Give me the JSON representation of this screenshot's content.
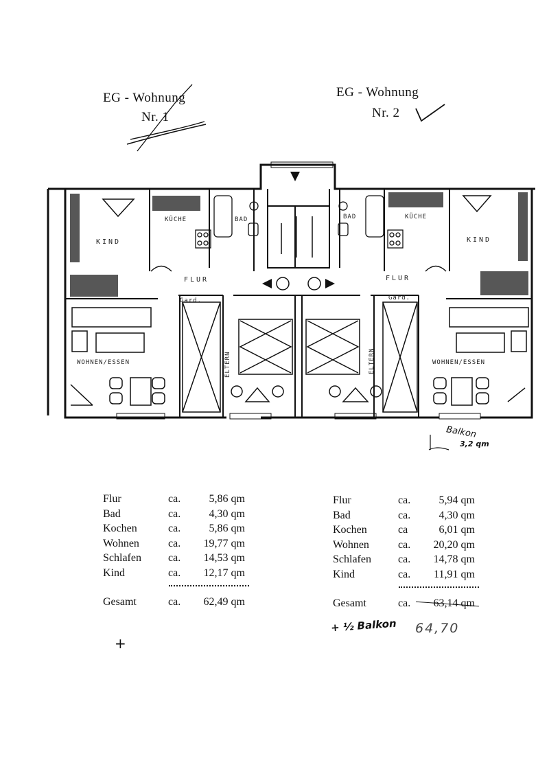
{
  "apartments": [
    {
      "title": "EG - Wohnung",
      "number": "Nr. 1",
      "areas": [
        {
          "name": "Flur",
          "ca": "ca.",
          "value": "5,86 qm"
        },
        {
          "name": "Bad",
          "ca": "ca.",
          "value": "4,30 qm"
        },
        {
          "name": "Kochen",
          "ca": "ca.",
          "value": "5,86 qm"
        },
        {
          "name": "Wohnen",
          "ca": "ca.",
          "value": "19,77 qm"
        },
        {
          "name": "Schlafen",
          "ca": "ca.",
          "value": "14,53 qm"
        },
        {
          "name": "Kind",
          "ca": "ca.",
          "value": "12,17 qm"
        }
      ],
      "total": {
        "name": "Gesamt",
        "ca": "ca.",
        "value": "62,49 qm"
      }
    },
    {
      "title": "EG - Wohnung",
      "number": "Nr. 2",
      "areas": [
        {
          "name": "Flur",
          "ca": "ca.",
          "value": "5,94 qm"
        },
        {
          "name": "Bad",
          "ca": "ca.",
          "value": "4,30 qm"
        },
        {
          "name": "Kochen",
          "ca": "ca",
          "value": "6,01 qm"
        },
        {
          "name": "Wohnen",
          "ca": "ca.",
          "value": "20,20 qm"
        },
        {
          "name": "Schlafen",
          "ca": "ca.",
          "value": "14,78 qm"
        },
        {
          "name": "Kind",
          "ca": "ca.",
          "value": "11,91 qm"
        }
      ],
      "total": {
        "name": "Gesamt",
        "ca": "ca.",
        "value": "63,14 qm"
      }
    }
  ],
  "plan_labels": {
    "kind": "KIND",
    "kueche": "KÜCHE",
    "bad": "BAD",
    "flur": "FLUR",
    "garderobe": "Gard.",
    "wohnen_essen": "WOHNEN/ESSEN",
    "eltern": "ELTERN"
  },
  "handwritten": {
    "balkon_label": "Balkon",
    "balkon_area": "3,2 qm",
    "half_balkon": "+ ½ Balkon",
    "corrected_total": "64,70",
    "plus_mark": "+"
  }
}
